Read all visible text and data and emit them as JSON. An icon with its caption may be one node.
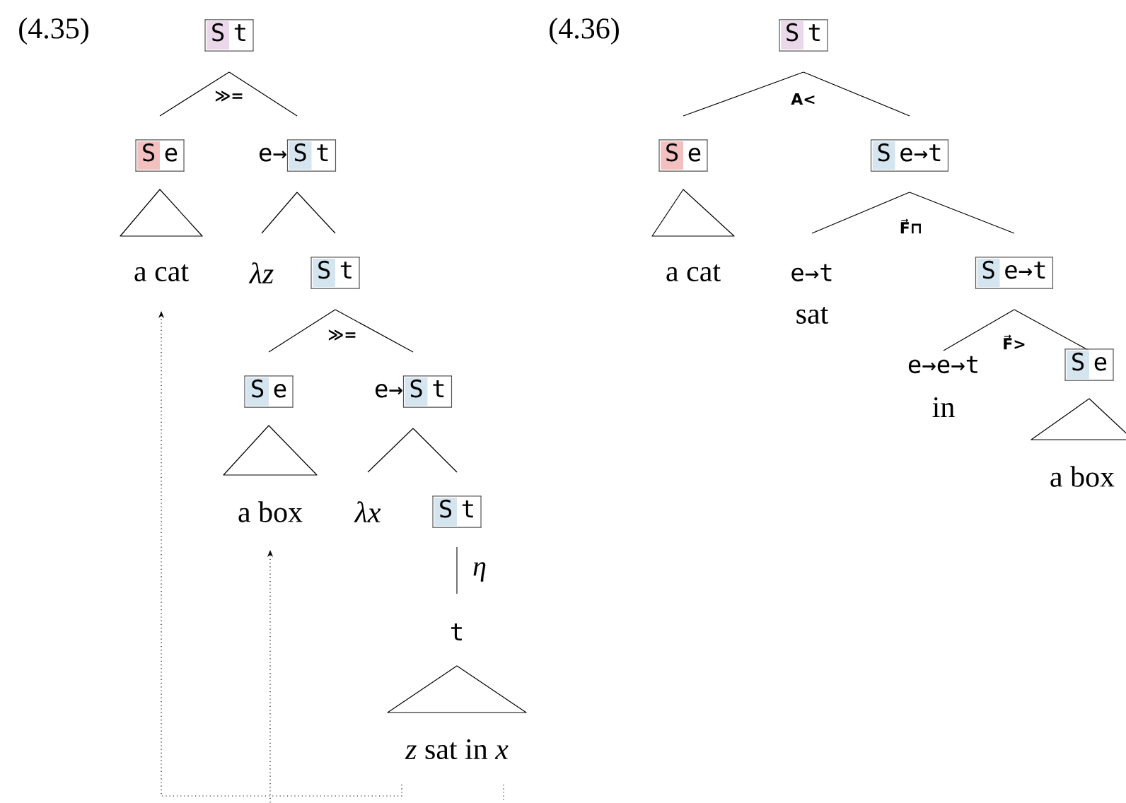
{
  "diagram": {
    "nodes": [
      {
        "text": [
          "S",
          "t"
        ]
      },
      {
        "text": [
          "S",
          "e"
        ]
      },
      {
        "text": [
          "e→",
          "S",
          "t"
        ]
      },
      {
        "text": [
          "a cat"
        ]
      },
      {
        "text": [
          "λz"
        ]
      },
      {
        "text": [
          "S",
          "t"
        ]
      },
      {
        "text": [
          "S",
          "e"
        ]
      },
      {
        "text": [
          "e→",
          "S",
          "t"
        ]
      },
      {
        "text": [
          "a box"
        ]
      },
      {
        "text": [
          "λx"
        ]
      },
      {
        "text": [
          "S",
          "t"
        ]
      },
      {
        "text": [
          "t"
        ]
      },
      {
        "text": [
          "*z* sat in *x*"
        ]
      },
      {
        "text": [
          "S",
          "t"
        ]
      },
      {
        "text": [
          "S",
          "e"
        ]
      },
      {
        "text": [
          "S",
          "e→t"
        ]
      },
      {
        "text": [
          "a cat"
        ]
      },
      {
        "text": [
          "e→t"
        ],
        "beside": [
          "sat"
        ]
      },
      {
        "text": [
          "S",
          "e→t"
        ]
      },
      {
        "text": [
          "e→e→t"
        ],
        "beside": [
          "in"
        ]
      },
      {
        "text": [
          "S",
          "e"
        ]
      },
      {
        "text": [
          "a box"
        ]
      }
    ],
    "edges": [
      {
        "from": 0,
        "to": 1,
        "arrow": "none"
      },
      {
        "from": 0,
        "to": 2,
        "arrow": "none"
      },
      {
        "from": 1,
        "to": 3,
        "arrow": "none"
      },
      {
        "from": 2,
        "to": 4,
        "arrow": "none"
      },
      {
        "from": 2,
        "to": 5,
        "arrow": "none"
      },
      {
        "from": 5,
        "to": 6,
        "arrow": "none"
      },
      {
        "from": 5,
        "to": 7,
        "arrow": "none"
      },
      {
        "from": 6,
        "to": 8,
        "arrow": "none"
      },
      {
        "from": 7,
        "to": 9,
        "arrow": "none"
      },
      {
        "from": 7,
        "to": 10,
        "arrow": "none"
      },
      {
        "from": 10,
        "to": 11,
        "arrow": "none",
        "label": "η",
        "color": "#777777"
      },
      {
        "from": 11,
        "to": 12,
        "arrow": "none"
      },
      {
        "from": 12,
        "to": 3,
        "arrow": "to",
        "style": "dashed"
      },
      {
        "from": 12,
        "to": 8,
        "arrow": "to",
        "style": "dashed"
      },
      {
        "from": 13,
        "to": 14,
        "arrow": "none"
      },
      {
        "from": 13,
        "to": 15,
        "arrow": "none"
      },
      {
        "from": 14,
        "to": 16,
        "arrow": "none"
      },
      {
        "from": 15,
        "to": 17,
        "arrow": "none"
      },
      {
        "from": 15,
        "to": 18,
        "arrow": "none"
      },
      {
        "from": 18,
        "to": 19,
        "arrow": "none"
      },
      {
        "from": 18,
        "to": 20,
        "arrow": "none"
      },
      {
        "from": 20,
        "to": 21,
        "arrow": "none"
      }
    ],
    "labels": [
      "(4.35)",
      "≫=",
      "≫=",
      "(4.36)",
      "A<",
      "F⃗⊓",
      "F⃗>"
    ]
  }
}
